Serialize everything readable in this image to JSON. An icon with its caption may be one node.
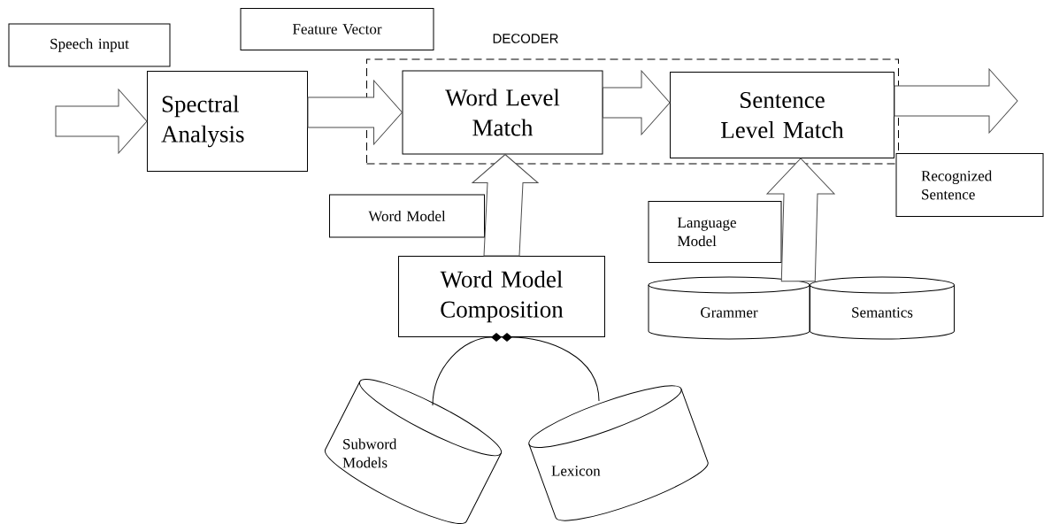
{
  "diagram": {
    "nodes": [
      {
        "text": [
          "Speech input"
        ]
      },
      {
        "text": [
          "Feature Vector"
        ]
      },
      {
        "text": [
          "DECODER"
        ]
      },
      {
        "text": [
          "Spectral Analysis"
        ]
      },
      {
        "text": [
          "Word Level Match"
        ],
        "in": 2
      },
      {
        "text": [
          "Sentence Level Match"
        ],
        "in": 2
      },
      {
        "text": [
          "Recognized Sentence"
        ]
      },
      {
        "text": [
          "Word Model"
        ]
      },
      {
        "text": [
          "Word Model Composition"
        ]
      },
      {
        "text": [
          "Language Model"
        ]
      },
      {
        "text": [
          "Grammer"
        ]
      },
      {
        "text": [
          "Semantics"
        ]
      },
      {
        "text": [
          "Subword Models"
        ]
      },
      {
        "text": [
          "Lexicon"
        ]
      }
    ],
    "edges": [
      {
        "from": null,
        "to": 3,
        "arrow": "to"
      },
      {
        "from": 3,
        "to": 4,
        "arrow": "to"
      },
      {
        "from": 4,
        "to": 5,
        "arrow": "to"
      },
      {
        "from": 5,
        "to": null,
        "arrow": "to"
      },
      {
        "from": 8,
        "to": 4,
        "arrow": "to"
      },
      {
        "from": 10,
        "to": 5,
        "arrow": "to"
      },
      {
        "from": 11,
        "to": 5,
        "arrow": "to"
      },
      {
        "from": 12,
        "to": 8,
        "arrow": "other"
      },
      {
        "from": 13,
        "to": 8,
        "arrow": "other"
      }
    ]
  }
}
